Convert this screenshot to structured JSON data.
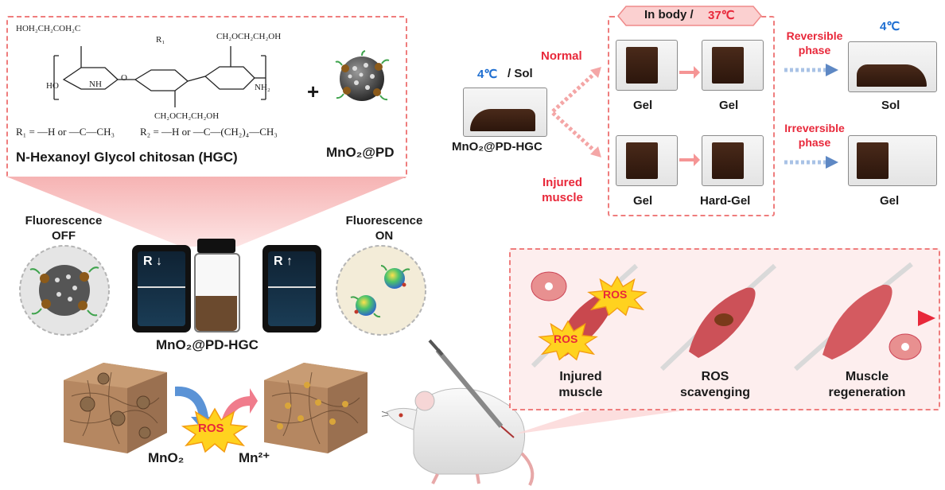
{
  "chemistry": {
    "sub_a": "HOH₂CH₂COH₂C",
    "sub_b": "R₁",
    "sub_c": "CH₂OCH₂CH₂OH",
    "sub_d": "HO",
    "sub_e": "O",
    "sub_f": "NH",
    "sub_g": "CH₂OCH₂CH₂OH",
    "sub_h": "NH₂",
    "r1_def": "R₁ = —H or —C—CH₃",
    "r2_def": "R₂ = —H or —C—(CH₂)₄—CH₃",
    "polymer_name": "N-Hexanoyl Glycol chitosan (HGC)",
    "plus": "+",
    "nanoparticle_name": "MnO₂@PD"
  },
  "phase": {
    "initial_temp": "4℃",
    "initial_state": "/ Sol",
    "sample_name": "MnO₂@PD-HGC",
    "branch_normal": "Normal",
    "branch_injured": "Injured muscle",
    "in_body": "In body /",
    "body_temp": "37℃",
    "normal_state_1": "Gel",
    "normal_state_2": "Gel",
    "injured_state_1": "Gel",
    "injured_state_2": "Hard-Gel",
    "reversible_label": "Reversible phase",
    "irreversible_label": "Irreversible phase",
    "final_temp": "4℃",
    "final_reversible": "Sol",
    "final_irreversible": "Gel"
  },
  "fluorescence": {
    "off_label": "Fluorescence OFF",
    "on_label": "Fluorescence ON",
    "phone_left": "R ↓",
    "phone_right": "R ↑",
    "composite_name": "MnO₂@PD-HGC",
    "mno2": "MnO₂",
    "ros": "ROS",
    "mn2": "Mn²⁺"
  },
  "muscle": {
    "ros_1": "ROS",
    "ros_2": "ROS",
    "stage_1": "Injured muscle",
    "stage_2": "ROS scavenging",
    "stage_3": "Muscle regeneration"
  }
}
